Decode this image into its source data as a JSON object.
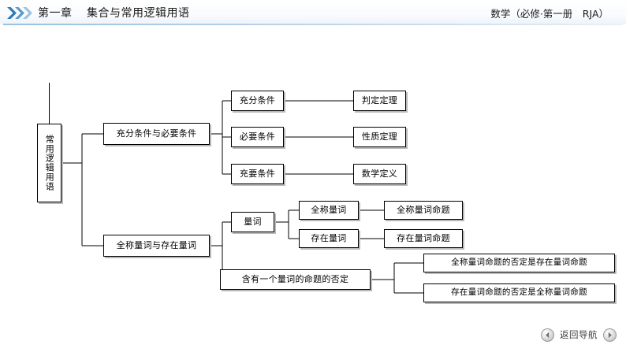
{
  "header": {
    "chapter_number": "第一章",
    "chapter_title": "集合与常用逻辑用语",
    "book_label": "数学（必修·第一册　RJA）",
    "chevron_icon": "triple-chevron-right-icon",
    "accent_color": "#2e7ab8",
    "rule_color": "#9cc0dd"
  },
  "diagram": {
    "type": "tree",
    "root": {
      "label": "常用逻辑用语",
      "orientation": "vertical"
    },
    "branches": [
      {
        "label": "充分条件与必要条件",
        "children": [
          {
            "label": "充分条件",
            "children": [
              {
                "label": "判定定理"
              }
            ]
          },
          {
            "label": "必要条件",
            "children": [
              {
                "label": "性质定理"
              }
            ]
          },
          {
            "label": "充要条件",
            "children": [
              {
                "label": "数学定义"
              }
            ]
          }
        ]
      },
      {
        "label": "全称量词与存在量词",
        "children": [
          {
            "label": "量词",
            "children": [
              {
                "label": "全称量词",
                "children": [
                  {
                    "label": "全称量词命题"
                  }
                ]
              },
              {
                "label": "存在量词",
                "children": [
                  {
                    "label": "存在量词命题"
                  }
                ]
              }
            ]
          },
          {
            "label": "含有一个量词的命题的否定",
            "children": [
              {
                "label": "全称量词命题的否定是存在量词命题"
              },
              {
                "label": "存在量词命题的否定是全称量词命题"
              }
            ]
          }
        ]
      }
    ],
    "nodes": {
      "root": "常用逻辑用语",
      "b1": "充分条件与必要条件",
      "b1c1": "充分条件",
      "b1c2": "必要条件",
      "b1c3": "充要条件",
      "b1g1": "判定定理",
      "b1g2": "性质定理",
      "b1g3": "数学定义",
      "b2": "全称量词与存在量词",
      "b2c1": "量词",
      "b2c2": "含有一个量词的命题的否定",
      "b2g1": "全称量词",
      "b2g2": "存在量词",
      "b2gg1": "全称量词命题",
      "b2gg2": "存在量词命题",
      "b2h1": "全称量词命题的否定是存在量词命题",
      "b2h2": "存在量词命题的否定是全称量词命题"
    }
  },
  "footer": {
    "nav_label": "返回导航",
    "prev_icon": "circle-arrow-left-icon",
    "next_icon": "circle-arrow-right-icon"
  }
}
